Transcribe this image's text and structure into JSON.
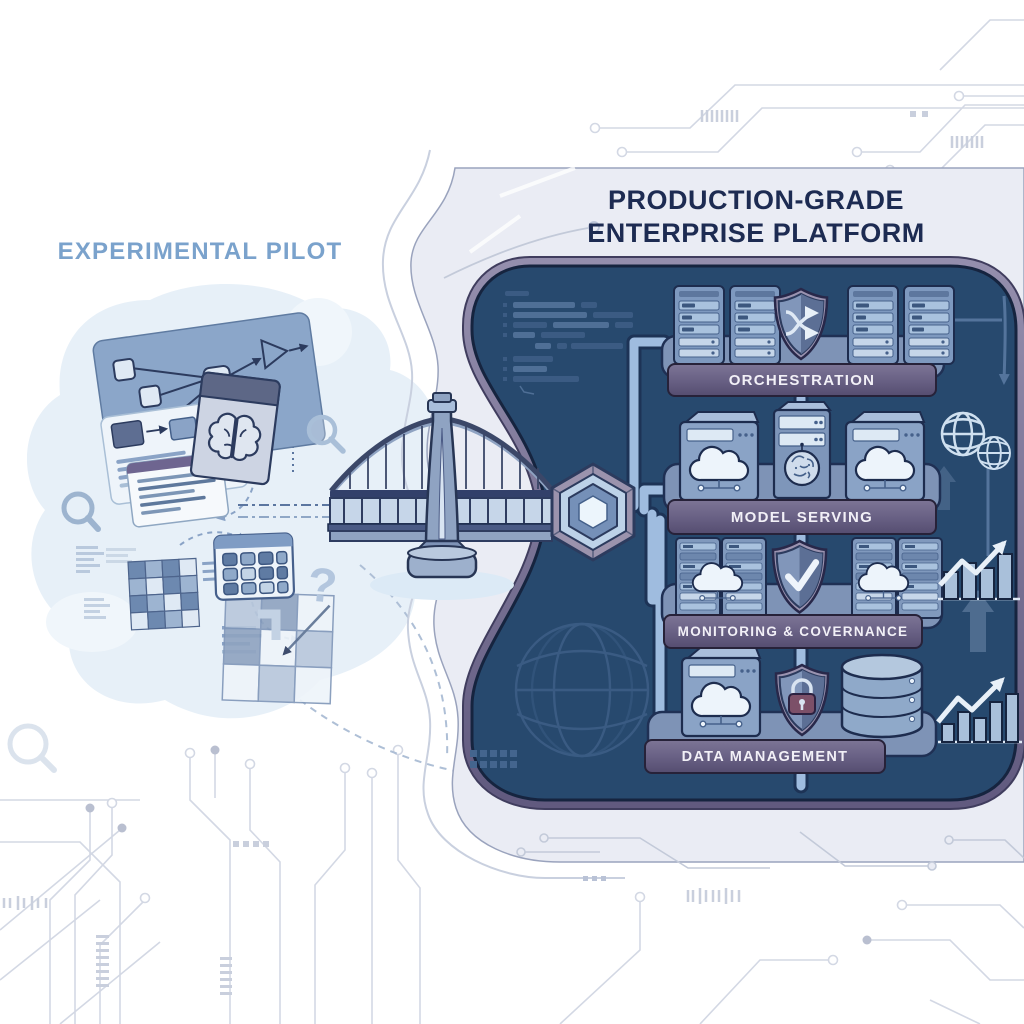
{
  "pilot": {
    "title": "EXPERIMENTAL PILOT",
    "question_mark": "?",
    "icon_names": [
      "flowchart-card",
      "analysis-card",
      "notes-card",
      "brain-window-card",
      "magnifier",
      "mini-table-grid",
      "matrix-grid",
      "calendar-grid",
      "question-mark",
      "dashed-flow-lines"
    ]
  },
  "bridge": {
    "icon_names": [
      "suspension-bridge",
      "hexagon-connector"
    ]
  },
  "platform": {
    "title_line1": "PRODUCTION-GRADE",
    "title_line2": "ENTERPRISE PLATFORM",
    "sections": [
      {
        "label": "ORCHESTRATION",
        "icon_names": [
          "server-rack",
          "server-rack",
          "routing-shield",
          "server-rack",
          "server-rack"
        ]
      },
      {
        "label": "MODEL SERVING",
        "icon_names": [
          "cloud-server",
          "model-brain-server",
          "cloud-server"
        ]
      },
      {
        "label": "MONITORING & COVERNANCE",
        "icon_names": [
          "server-rack",
          "cloud",
          "check-shield",
          "server-rack",
          "cloud"
        ]
      },
      {
        "label": "DATA MANAGEMENT",
        "icon_names": [
          "cloud-server",
          "lock-shield",
          "database-cylinder"
        ]
      }
    ],
    "side_icon_names": [
      "globe",
      "globe",
      "up-arrow",
      "growth-chart",
      "up-arrow",
      "growth-chart"
    ],
    "decoration_names": [
      "code-lines",
      "wireframe-globe",
      "connection-pipes",
      "dot-grid",
      "flow-arrows"
    ]
  },
  "background": {
    "decoration_names": [
      "circuit-traces-top-right",
      "circuit-traces-bottom-left",
      "circuit-traces-bottom-center"
    ]
  },
  "colors": {
    "canvas_bg": "#ffffff",
    "pilot_title": "#7aa2cc",
    "pilot_blob": "#e7f0f8",
    "platform_title": "#1d2b52",
    "platform_blob": "#eaecf4",
    "panel_fill": "#27496e",
    "panel_border": "#6e6889",
    "label_bar": "#6b6284",
    "label_text": "#f2f0f7",
    "pipe": "#9fbcdf",
    "icon_light": "#edf4fb",
    "icon_mid": "#8aa3c6",
    "outline_dark": "#1d2c4e",
    "circuit_trace": "#d3d8e4"
  }
}
